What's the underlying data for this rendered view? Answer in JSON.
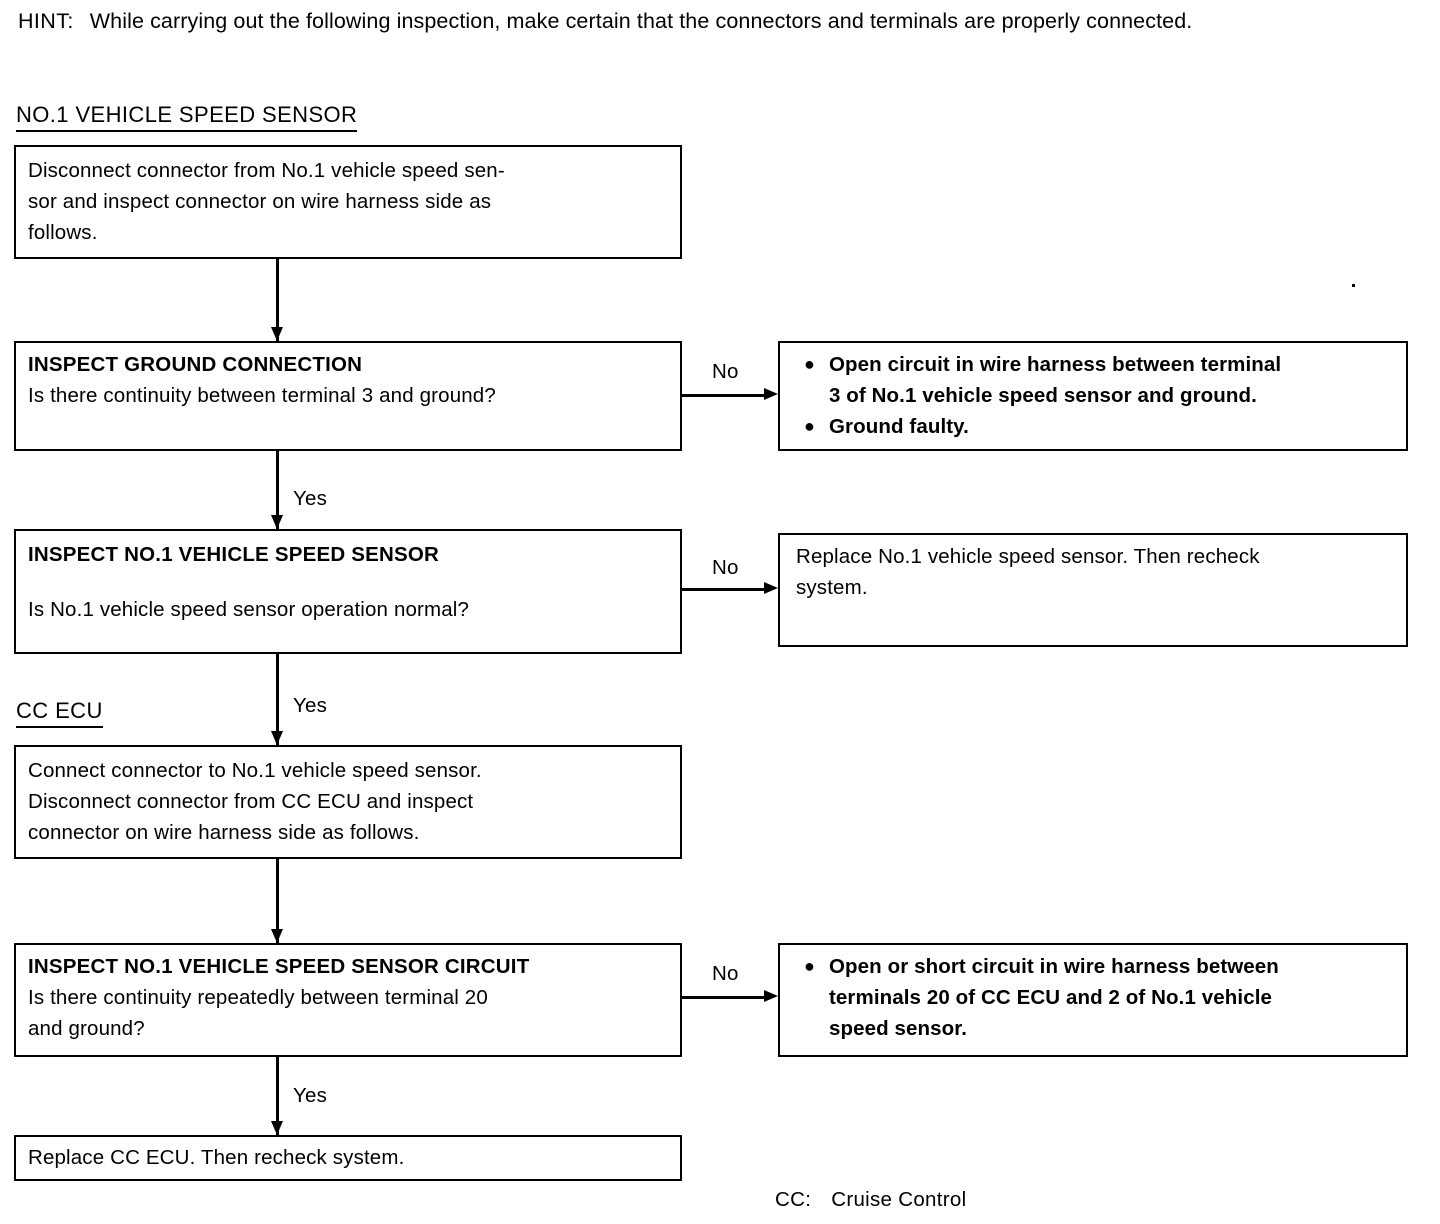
{
  "hint": {
    "label": "HINT:",
    "text": "While carrying out the following inspection, make certain that the connectors and terminals are properly connected."
  },
  "sections": {
    "sensor_heading": "NO.1 VEHICLE SPEED SENSOR",
    "ccecu_heading": "CC ECU"
  },
  "flow": {
    "box_disconnect": {
      "lines": [
        "Disconnect connector from No.1 vehicle speed sen-",
        "sor and inspect connector on wire harness side as",
        "follows."
      ]
    },
    "box_ground": {
      "title": "INSPECT GROUND CONNECTION",
      "question": "Is there continuity between terminal 3 and ground?"
    },
    "box_ground_result": {
      "bullets": [
        "Open circuit in wire harness between terminal",
        "3 of No.1 vehicle speed sensor and ground.",
        "Ground faulty."
      ],
      "items": [
        [
          "Open circuit in wire harness between terminal",
          "3 of No.1 vehicle speed sensor and ground."
        ],
        [
          "Ground faulty."
        ]
      ]
    },
    "box_sensor": {
      "title": "INSPECT NO.1 VEHICLE SPEED SENSOR",
      "question": "Is No.1 vehicle speed sensor operation normal?"
    },
    "box_sensor_result": {
      "lines": [
        "Replace No.1 vehicle speed sensor. Then recheck",
        "system."
      ]
    },
    "box_connect": {
      "lines": [
        "Connect connector to No.1 vehicle speed sensor.",
        "Disconnect connector from CC ECU and inspect",
        "connector on wire harness side as follows."
      ]
    },
    "box_circuit": {
      "title": "INSPECT NO.1 VEHICLE SPEED SENSOR CIRCUIT",
      "question_line1": "Is there continuity repeatedly between terminal 20",
      "question_line2": "and ground?"
    },
    "box_circuit_result": {
      "items": [
        [
          "Open or short circuit in wire harness between",
          "terminals 20 of CC ECU and 2 of No.1 vehicle",
          "speed sensor."
        ]
      ]
    },
    "box_replace_ecu": {
      "text": "Replace CC ECU. Then recheck system."
    },
    "edge_labels": {
      "no_1": "No",
      "no_2": "No",
      "no_3": "No",
      "yes_1": "Yes",
      "yes_2": "Yes",
      "yes_3": "Yes"
    },
    "bullet_glyph": "●"
  },
  "footnote": {
    "abbrev": "CC:",
    "meaning": "Cruise Control"
  },
  "colors": {
    "ink": "#000000",
    "paper": "#ffffff"
  }
}
